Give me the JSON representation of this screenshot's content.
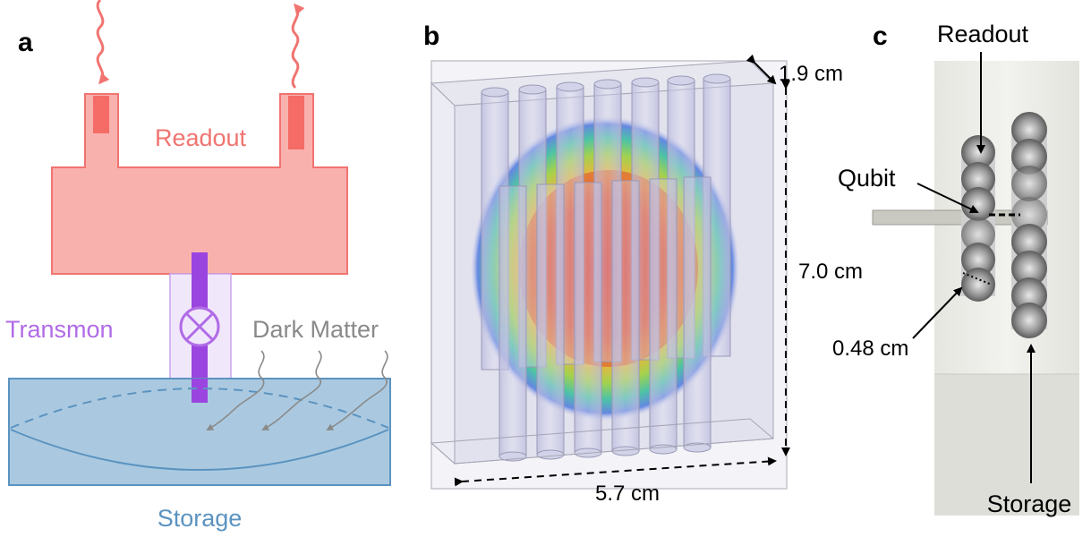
{
  "panels": {
    "a": {
      "letter": "a",
      "readout": "Readout",
      "transmon": "Transmon",
      "dark_matter": "Dark Matter",
      "storage": "Storage"
    },
    "b": {
      "letter": "b",
      "depth": "1.9 cm",
      "height": "7.0 cm",
      "width": "5.7 cm"
    },
    "c": {
      "letter": "c",
      "readout": "Readout",
      "qubit": "Qubit",
      "diameter": "0.48 cm",
      "storage": "Storage"
    }
  },
  "colors": {
    "readout_fill": "#f9b1ae",
    "readout_stroke": "#f07470",
    "readout_text": "#f07470",
    "transmon_text": "#b06be6",
    "transmon_bar": "#9b45e0",
    "storage_fill": "#aac9e0",
    "storage_stroke": "#5b93c0",
    "storage_text": "#5b93c0",
    "dark_matter_text": "#8a8a8a"
  }
}
